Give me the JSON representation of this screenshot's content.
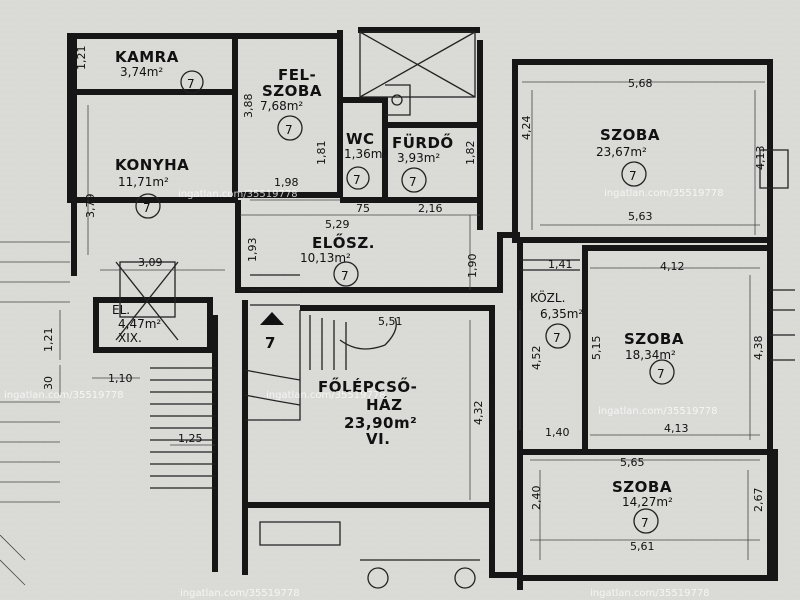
{
  "rooms": {
    "kamra": {
      "name": "KAMRA",
      "area": "3,74m²",
      "num": "7"
    },
    "felszoba": {
      "name1": "FEL-",
      "name2": "SZOBA",
      "area": "7,68m²",
      "num": "7"
    },
    "konyha": {
      "name": "KONYHA",
      "area": "11,71m²",
      "num": "7"
    },
    "wc": {
      "name": "WC",
      "area": "1,36m²",
      "num": "7"
    },
    "furdo": {
      "name": "FÜRDŐ",
      "area": "3,93m²",
      "num": "7"
    },
    "eloszoba": {
      "name": "ELŐSZ.",
      "area": "10,13m²",
      "num": "7"
    },
    "szoba1": {
      "name": "SZOBA",
      "area": "23,67m²",
      "num": "7"
    },
    "kozl": {
      "name": "KÖZL.",
      "area": "6,35m²",
      "num": "7"
    },
    "szoba2": {
      "name": "SZOBA",
      "area": "18,34m²",
      "num": "7"
    },
    "lepcsohaz": {
      "name1": "FŐLÉPCSŐ-",
      "name2": "HÁZ",
      "area": "23,90m²",
      "num": "VI."
    },
    "szoba3": {
      "name": "SZOBA",
      "area": "14,27m²",
      "num": "7"
    },
    "el": {
      "name": "EL.",
      "area": "4,47m²",
      "num": "XIX."
    },
    "landing": {
      "num": "7"
    }
  },
  "dimensions": {
    "d_121_top": "1,21",
    "d_379": "3,79",
    "d_388": "3,88",
    "d_198": "1,98",
    "d_181": "1,81",
    "d_182": "1,82",
    "d_216": "2,16",
    "d_75": "75",
    "d_529": "5,29",
    "d_193": "1,93",
    "d_309": "3,09",
    "d_190": "1,90",
    "d_568": "5,68",
    "d_424": "4,24",
    "d_413a": "4,13",
    "d_563": "5,63",
    "d_141": "1,41",
    "d_412": "4,12",
    "d_452": "4,52",
    "d_515": "5,15",
    "d_438": "4,38",
    "d_140": "1,40",
    "d_413b": "4,13",
    "d_565": "5,65",
    "d_240": "2,40",
    "d_267": "2,67",
    "d_561": "5,61",
    "d_551": "5,51",
    "d_432": "4,32",
    "d_121_left": "1,21",
    "d_30": "30",
    "d_110": "1,10",
    "d_125": "1,25"
  },
  "watermarks": [
    "ingatlan.com/35519778",
    "ingatlan.com/35519778",
    "ingatlan.com/35519778",
    "ingatlan.com/35519778",
    "ingatlan.com/35519778",
    "ingatlan.com/35519778",
    "ingatlan.com/35519778"
  ]
}
